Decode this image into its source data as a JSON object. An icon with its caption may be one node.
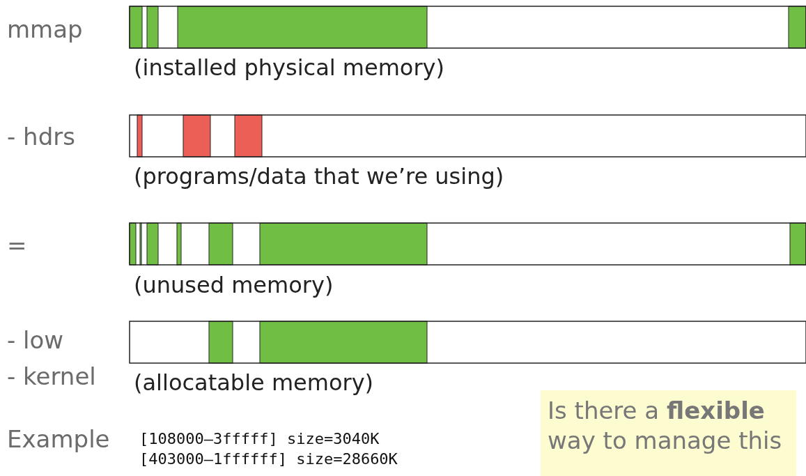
{
  "diagram": {
    "labels": [
      "mmap",
      "(installed physical memory)",
      "- hdrs",
      "(programs/data that we’re using)",
      "=",
      "(unused memory)",
      "- low",
      "- kernel",
      "(allocatable memory)",
      "Example",
      "[108000–3fffff] size=3040K",
      "[403000–1ffffff] size=28660K",
      "Is there a **flexible** way to manage this"
    ]
  }
}
